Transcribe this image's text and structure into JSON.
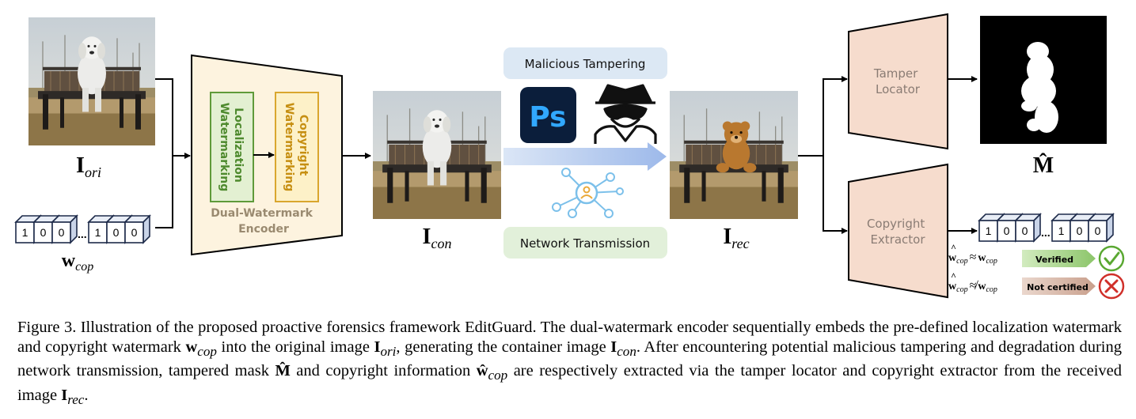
{
  "images": {
    "original": {
      "label_main": "I",
      "label_sub": "ori"
    },
    "container": {
      "label_main": "I",
      "label_sub": "con"
    },
    "received": {
      "label_main": "I",
      "label_sub": "rec"
    },
    "mask": {
      "label_main": "M̂"
    }
  },
  "watermark": {
    "label_main": "w",
    "label_sub": "cop",
    "bits_a": [
      "1",
      "0",
      "0"
    ],
    "ellipsis": "...",
    "bits_b": [
      "1",
      "0",
      "0"
    ]
  },
  "encoder": {
    "title_line1": "Dual-Watermark",
    "title_line2": "Encoder",
    "localization_line1": "Localization",
    "localization_line2": "Watermarking",
    "copyright_line1": "Copyright",
    "copyright_line2": "Watermarking"
  },
  "channel": {
    "malicious_tampering": "Malicious Tampering",
    "ps_logo": "Ps",
    "network_transmission": "Network Transmission"
  },
  "decoders": {
    "tamper_locator_line1": "Tamper",
    "tamper_locator_line2": "Locator",
    "copyright_extractor_line1": "Copyright",
    "copyright_extractor_line2": "Extractor"
  },
  "verification": {
    "approx_symbol": "≈",
    "not_approx_symbol": "≉",
    "verified_label": "Verified",
    "not_certified_label": "Not certified"
  },
  "caption": {
    "part1": "Figure 3. Illustration of the proposed proactive forensics framework EditGuard. The dual-watermark encoder sequentially embeds the pre-defined localization watermark and copyright watermark ",
    "part2": " into the original image ",
    "part3": ", generating the container image ",
    "part4": ". After encountering potential malicious tampering and degradation during network transmission, tampered mask ",
    "part5": " and copyright information ",
    "part6": " are respectively extracted via the tamper locator and copyright extractor from the received image ",
    "part7": "."
  },
  "colors": {
    "encoder_fill": "#fdf3df",
    "localization_fill": "#e3f0d2",
    "localization_stroke": "#5f9a3a",
    "copyright_fill": "#fdf1c8",
    "copyright_stroke": "#d9a62e",
    "decoder_fill": "#f6dccd",
    "tampering_bg": "#dce8f4",
    "network_bg": "#e2f0da",
    "ps_bg": "#0b1e3b",
    "ps_text": "#31a8ff",
    "verified_bar": "#a8d48a",
    "verified_icon": "#5aa832",
    "not_certified_bar": "#d8b4a4",
    "not_certified_icon": "#d0302a"
  }
}
